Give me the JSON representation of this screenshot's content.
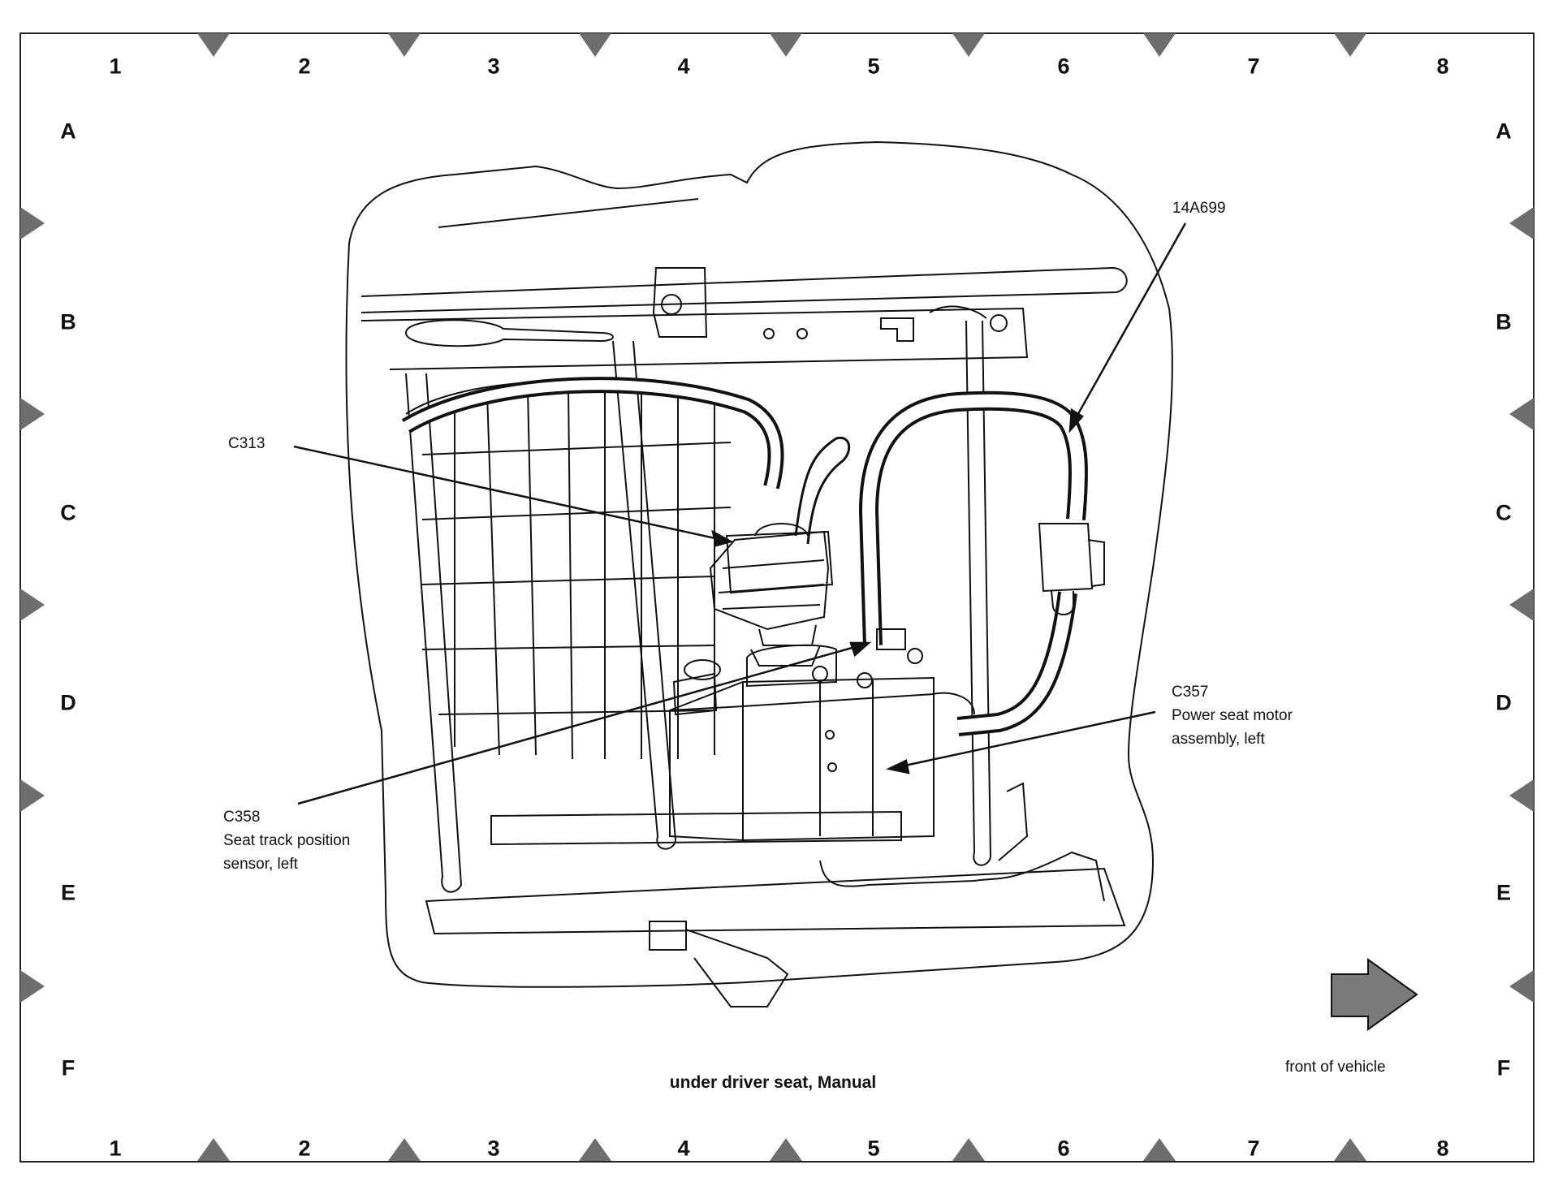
{
  "grid": {
    "columns": [
      "1",
      "2",
      "3",
      "4",
      "5",
      "6",
      "7",
      "8"
    ],
    "rows": [
      "A",
      "B",
      "C",
      "D",
      "E",
      "F"
    ]
  },
  "callouts": {
    "harness": "14A699",
    "c313": "C313",
    "c358_id": "C358",
    "c358_desc1": "Seat track position",
    "c358_desc2": "sensor, left",
    "c357_id": "C357",
    "c357_desc1": "Power seat motor",
    "c357_desc2": "assembly, left"
  },
  "caption": "under driver seat, Manual",
  "front_label": "front of vehicle",
  "colors": {
    "ink": "#111111",
    "marker": "#6e6e6e",
    "arrow": "#7a7a7a"
  }
}
